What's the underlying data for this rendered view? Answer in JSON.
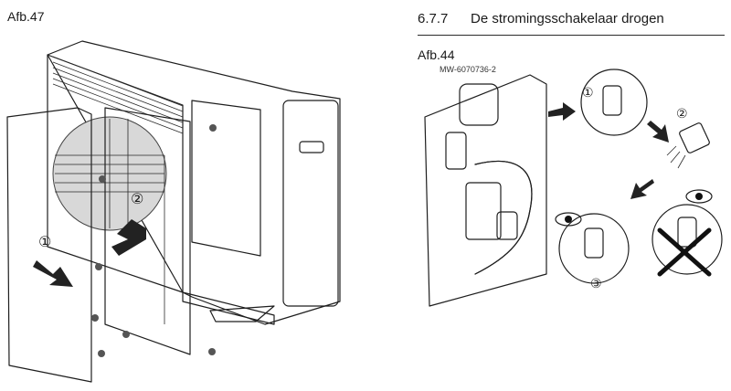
{
  "left_figure": {
    "label": "Afb.47",
    "step1": "①",
    "step2": "②"
  },
  "section": {
    "number": "6.7.7",
    "title": "De stromingsschakelaar drogen"
  },
  "right_figure": {
    "label": "Afb.44",
    "code": "MW-6070736-2",
    "step1": "①",
    "step2": "②",
    "step3": "③"
  },
  "colors": {
    "line": "#1e1e1e",
    "panel": "#e6e6e6",
    "arrow": "#222222"
  }
}
